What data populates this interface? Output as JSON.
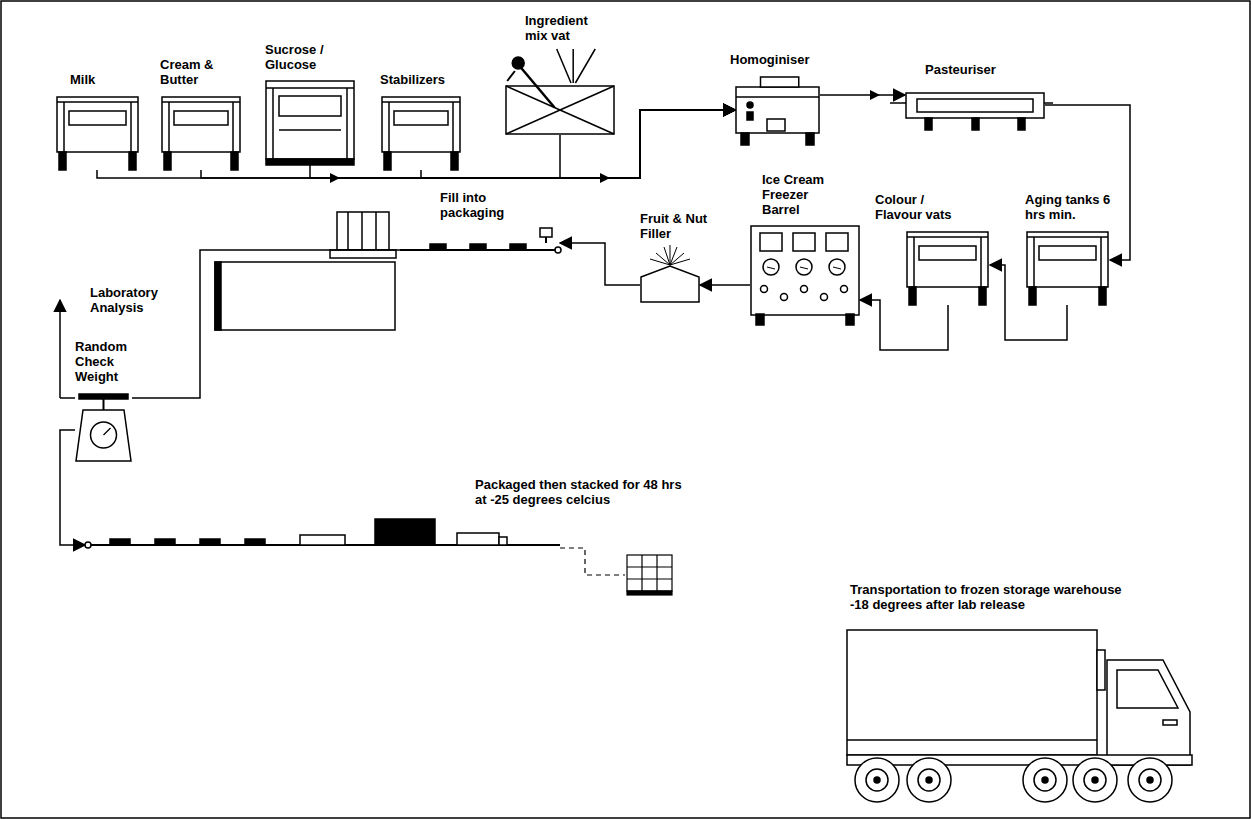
{
  "diagram": {
    "nodes": [
      {
        "text": [
          "Milk"
        ]
      },
      {
        "text": [
          "Cream & Butter"
        ]
      },
      {
        "text": [
          "Sucrose / Glucose"
        ]
      },
      {
        "text": [
          "Stabilizers"
        ]
      },
      {
        "text": [
          "Ingredient mix vat"
        ]
      },
      {
        "text": [
          "Homoginiser"
        ]
      },
      {
        "text": [
          "Pasteuriser"
        ]
      },
      {
        "text": [
          "Aging tanks 6 hrs min."
        ]
      },
      {
        "text": [
          "Colour / Flavour vats"
        ]
      },
      {
        "text": [
          "Ice Cream Freezer Barrel"
        ]
      },
      {
        "text": [
          "Fruit & Nut Filler"
        ]
      },
      {
        "text": [
          "Fill into packaging"
        ]
      },
      {
        "text": [
          "Random Check Weight"
        ]
      },
      {
        "text": [
          "Packaged then stacked for 48 hrs at -25 degrees celcius"
        ]
      },
      {
        "text": [
          "Transportation to frozen storage warehouse -18 degrees after lab release"
        ]
      }
    ],
    "edges": [
      {
        "from": 0,
        "to": 5,
        "arrow": "to"
      },
      {
        "from": 1,
        "to": 5,
        "arrow": "to"
      },
      {
        "from": 2,
        "to": 5,
        "arrow": "to"
      },
      {
        "from": 3,
        "to": 5,
        "arrow": "to"
      },
      {
        "from": 4,
        "to": 5,
        "arrow": "to"
      },
      {
        "from": 5,
        "to": 6,
        "arrow": "to"
      },
      {
        "from": 6,
        "to": 7,
        "arrow": "to"
      },
      {
        "from": 7,
        "to": 8,
        "arrow": "to"
      },
      {
        "from": 8,
        "to": 9,
        "arrow": "to"
      },
      {
        "from": 9,
        "to": 10,
        "arrow": "to"
      },
      {
        "from": 10,
        "to": 11,
        "arrow": "to"
      },
      {
        "from": 11,
        "to": 12,
        "arrow": "none"
      },
      {
        "from": 12,
        "to": 13,
        "arrow": "to"
      }
    ],
    "labels": [
      "Laboratory Analysis"
    ]
  }
}
